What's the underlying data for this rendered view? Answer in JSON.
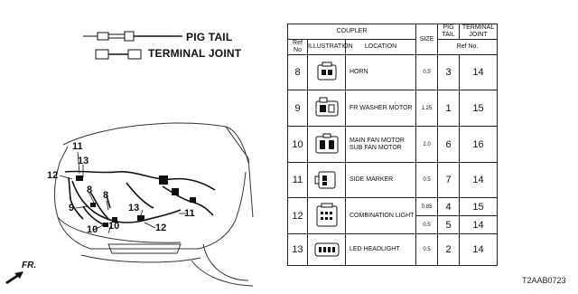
{
  "legend": {
    "pig_tail": "PIG TAIL",
    "terminal_joint": "TERMINAL JOINT"
  },
  "callouts": [
    "11",
    "13",
    "12",
    "8",
    "9",
    "8",
    "10",
    "10",
    "13",
    "11",
    "12"
  ],
  "direction_label": "FR.",
  "diagram_code": "T2AAB0723",
  "table": {
    "headers": {
      "coupler": "COUPLER",
      "ref_no": "Ref No",
      "illustration": "ILLUSTRATION",
      "location": "LOCATION",
      "size": "SIZE",
      "pig_tail": "PIG TAIL",
      "terminal_joint": "TERMINAL JOINT",
      "ref_no_sub": "Ref No."
    },
    "rows": [
      {
        "ref": "8",
        "location": "HORN",
        "size": "0.5",
        "pig_tail": "3",
        "terminal_joint": "14"
      },
      {
        "ref": "9",
        "location": "FR WASHER MOTOR",
        "size": "1.25",
        "pig_tail": "1",
        "terminal_joint": "15"
      },
      {
        "ref": "10",
        "location": "MAIN FAN MOTOR SUB FAN MOTOR",
        "size": "2.0",
        "pig_tail": "6",
        "terminal_joint": "16"
      },
      {
        "ref": "11",
        "location": "SIDE MARKER",
        "size": "0.5",
        "pig_tail": "7",
        "terminal_joint": "14"
      },
      {
        "ref": "12",
        "location": "COMBINATION LIGHT",
        "sub": [
          {
            "size": "0.85",
            "pig_tail": "4",
            "terminal_joint": "15"
          },
          {
            "size": "0.5",
            "pig_tail": "5",
            "terminal_joint": "14"
          }
        ]
      },
      {
        "ref": "13",
        "location": "LED HEADLIGHT",
        "size": "0.5",
        "pig_tail": "2",
        "terminal_joint": "14"
      }
    ]
  }
}
